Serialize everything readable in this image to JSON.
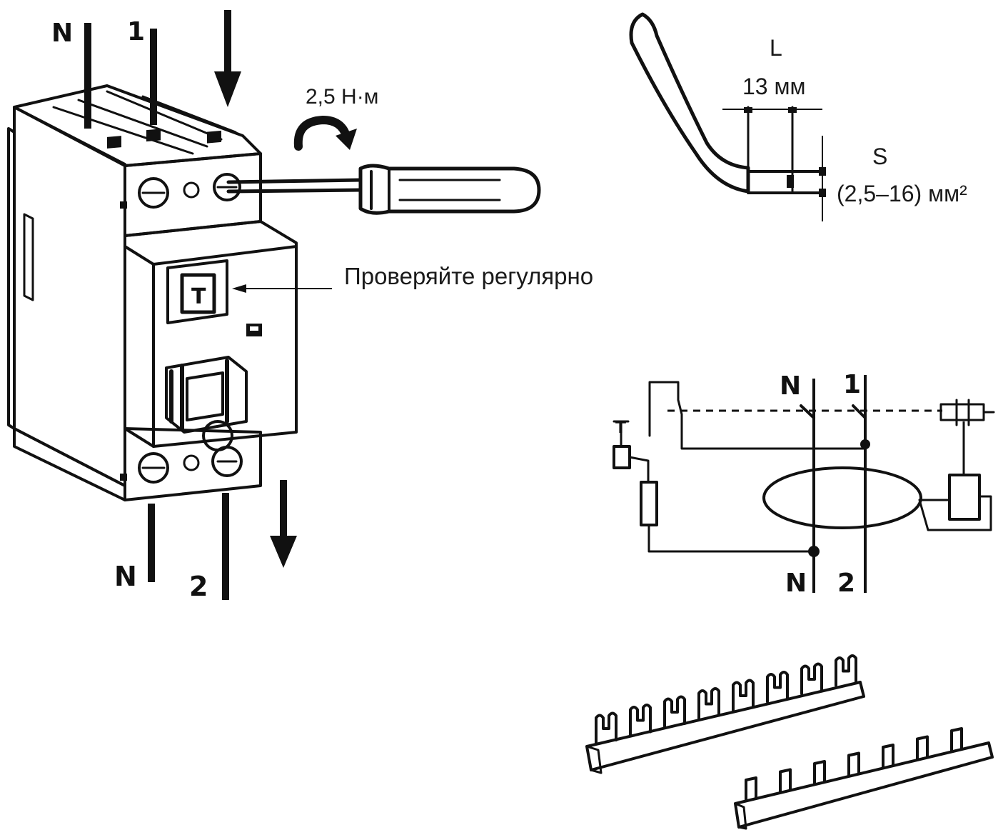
{
  "device": {
    "terminal_labels": {
      "top_n": "N",
      "top_1": "1",
      "bottom_n": "N",
      "bottom_2": "2"
    },
    "torque": "2,5 Н·м",
    "test_note": "Проверяйте регулярно",
    "test_button_letter": "T"
  },
  "wire": {
    "length_symbol": "L",
    "length_value": "13 мм",
    "section_symbol": "S",
    "section_value": "(2,5–16) мм²"
  },
  "schematic": {
    "top_n": "N",
    "top_1": "1",
    "bottom_n": "N",
    "bottom_2": "2",
    "test_label": "T"
  },
  "busbars": {
    "count": 2
  }
}
